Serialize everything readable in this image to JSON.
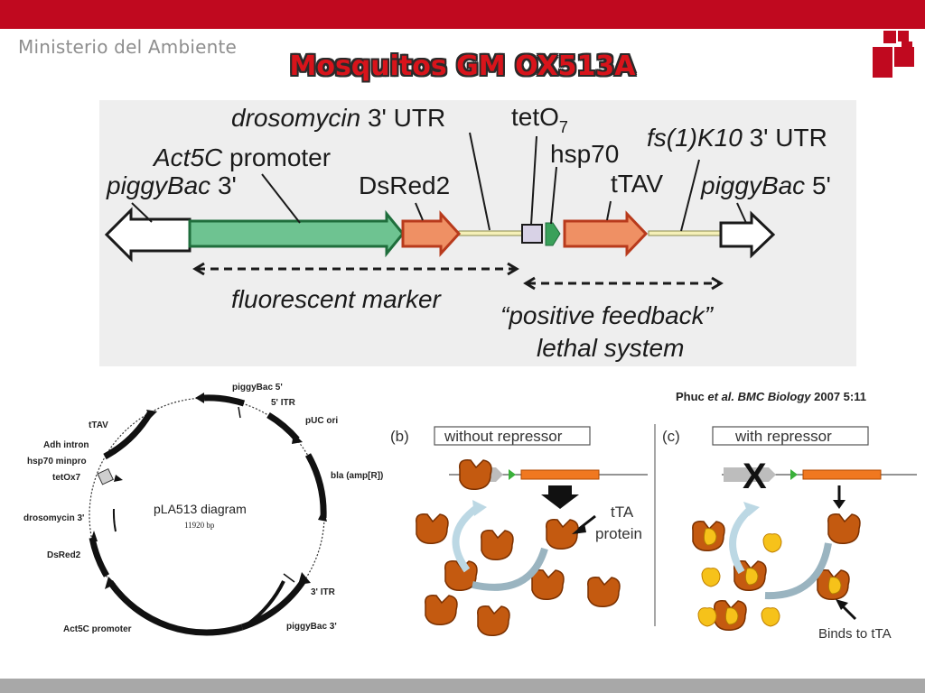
{
  "header": {
    "ministry": "Ministerio del Ambiente",
    "title": "Mosquitos GM OX513A"
  },
  "construct": {
    "labels": {
      "drosomycin_italic": "drosomycin",
      "drosomycin_rest": " 3' UTR",
      "teto": "tetO",
      "teto_sub": "7",
      "act5c_italic": "Act5C",
      "act5c_rest": " promoter",
      "hsp70": "hsp70",
      "fsk10_italic": "fs(1)K10",
      "fsk10_rest": " 3' UTR",
      "pb3_italic": "piggyBac",
      "pb3_rest": " 3'",
      "dsred2": "DsRed2",
      "ttav": "tTAV",
      "pb5_italic": "piggyBac",
      "pb5_rest": " 5'"
    },
    "fluorescent_marker": "fluorescent marker",
    "lethal_line1": "“positive feedback”",
    "lethal_line2": "lethal system"
  },
  "citation": {
    "authors": "Phuc ",
    "etal": "et al.",
    "journal": " BMC Biology",
    "ref": " 2007 5:11"
  },
  "plasmid": {
    "name": "pLA513 diagram",
    "size": "11920 bp",
    "labels": {
      "piggybac5": "piggyBac 5'",
      "itr5": "5' ITR",
      "puc": "pUC ori",
      "bla": "bla (amp[R])",
      "ttav": "tTAV",
      "adh": "Adh intron",
      "hsp70": "hsp70 minpro",
      "tetox7": "tetOx7",
      "drosomycin": "drosomycin 3'",
      "dsred2": "DsRed2",
      "itr3": "3' ITR",
      "act5c": "Act5C promoter",
      "piggybac3": "piggyBac 3'"
    }
  },
  "mechanism": {
    "panel_b_letter": "(b)",
    "panel_b_title": "without repressor",
    "panel_c_letter": "(c)",
    "panel_c_title": "with repressor",
    "tta_line1": "tTA",
    "tta_line2": "protein",
    "x_mark": "X",
    "binds": "Binds to tTA"
  },
  "colors": {
    "brand_red": "#c0091f",
    "marker_green": "#6ec391",
    "orange_gene": "#ef9064",
    "protein_orange": "#c45a10",
    "bar_orange": "#f07820"
  }
}
